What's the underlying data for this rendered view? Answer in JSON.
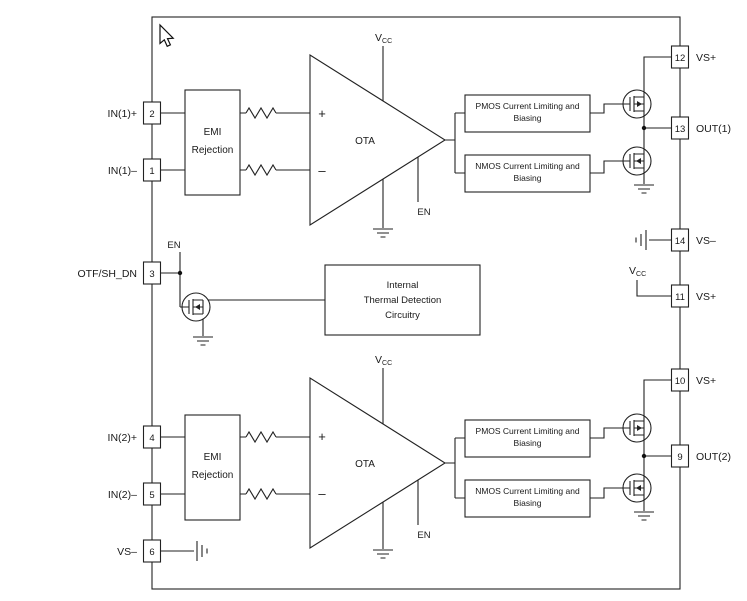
{
  "colors": {
    "background": "#ffffff",
    "line": "#222222",
    "text": "#1a1a1a"
  },
  "chip": {
    "pins_left": [
      {
        "number": "2",
        "label": "IN(1)+"
      },
      {
        "number": "1",
        "label": "IN(1)–"
      },
      {
        "number": "3",
        "label": "OTF/SH_DN"
      },
      {
        "number": "4",
        "label": "IN(2)+"
      },
      {
        "number": "5",
        "label": "IN(2)–"
      },
      {
        "number": "6",
        "label": "VS–"
      }
    ],
    "pins_right": [
      {
        "number": "12",
        "label": "VS+"
      },
      {
        "number": "13",
        "label": "OUT(1)"
      },
      {
        "number": "14",
        "label": "VS–"
      },
      {
        "number": "11",
        "label": "VS+"
      },
      {
        "number": "10",
        "label": "VS+"
      },
      {
        "number": "9",
        "label": "OUT(2)"
      }
    ],
    "channel1": {
      "emi": {
        "line1": "EMI",
        "line2": "Rejection"
      },
      "ota": {
        "name": "OTA",
        "plus": "+",
        "minus": "–"
      },
      "pmos_block": {
        "line1": "PMOS Current Limiting and",
        "line2": "Biasing"
      },
      "nmos_block": {
        "line1": "NMOS Current Limiting and",
        "line2": "Biasing"
      }
    },
    "channel2": {
      "emi": {
        "line1": "EMI",
        "line2": "Rejection"
      },
      "ota": {
        "name": "OTA",
        "plus": "+",
        "minus": "–"
      },
      "pmos_block": {
        "line1": "PMOS Current Limiting and",
        "line2": "Biasing"
      },
      "nmos_block": {
        "line1": "NMOS Current Limiting and",
        "line2": "Biasing"
      }
    },
    "thermal_block": {
      "line1": "Internal",
      "line2": "Thermal Detection",
      "line3": "Circuitry"
    },
    "labels": {
      "vcc_main": "V",
      "vcc_sub": "CC",
      "en": "EN"
    }
  }
}
